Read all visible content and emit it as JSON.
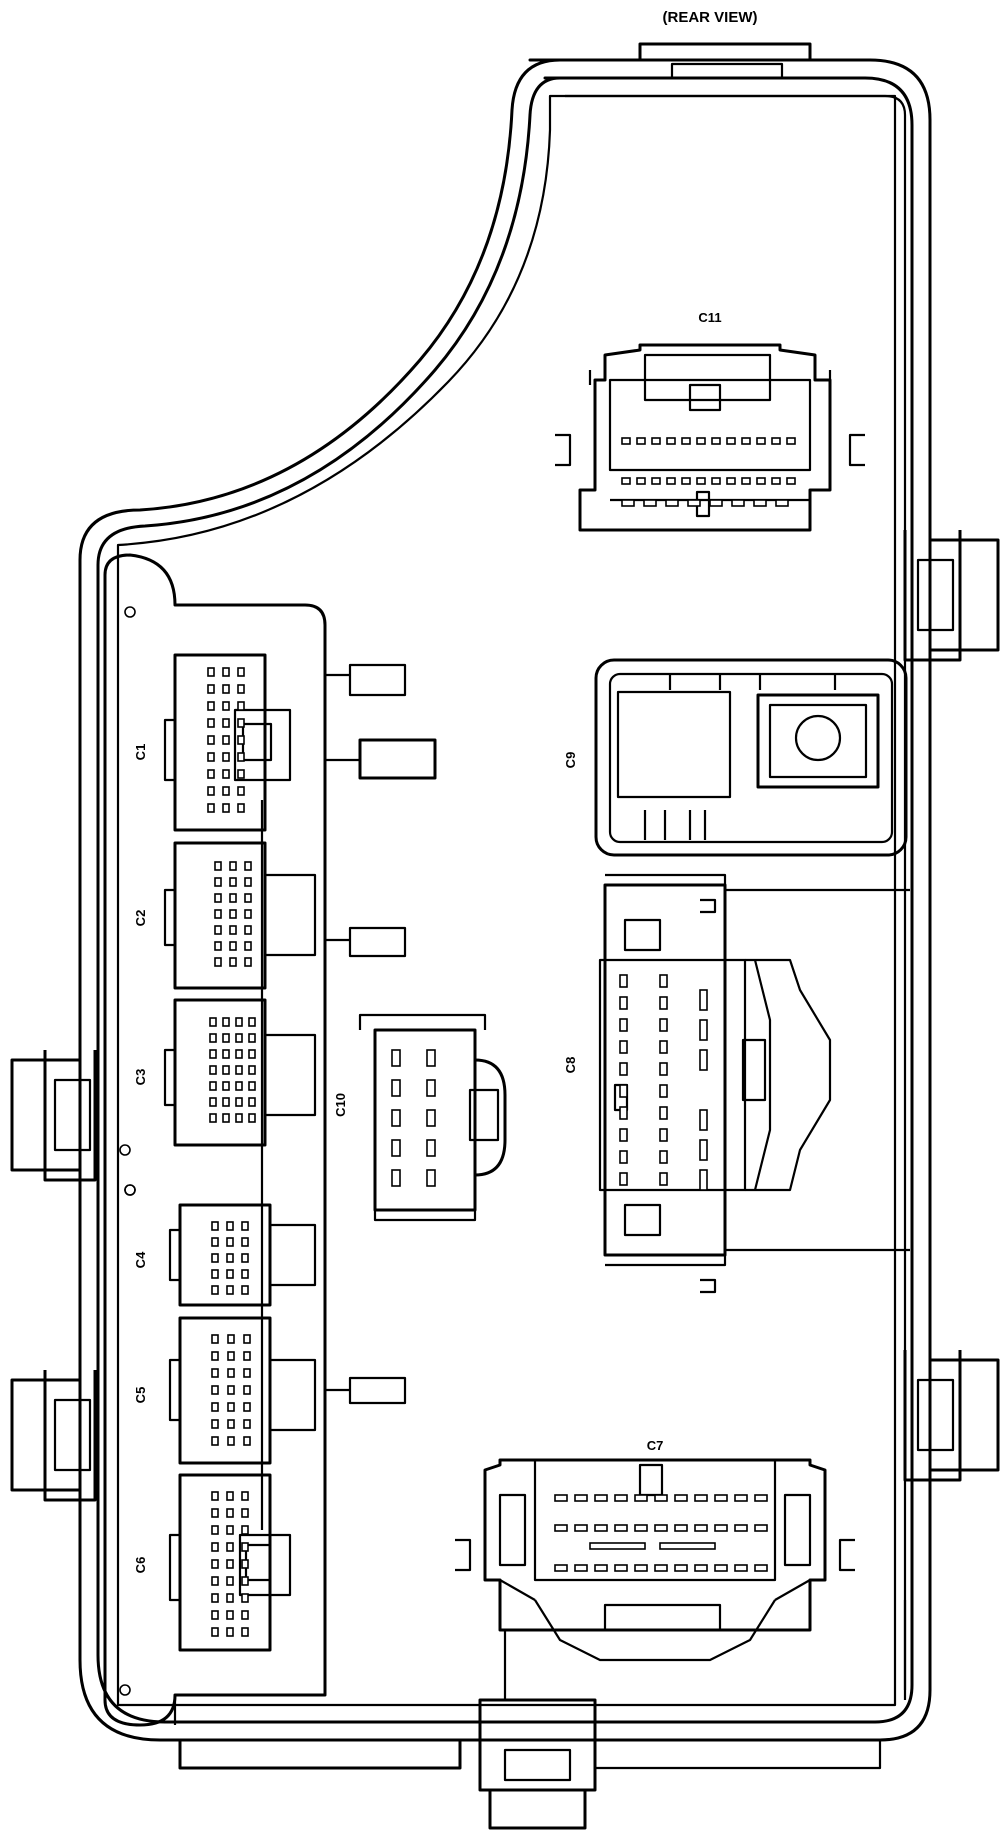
{
  "view_label": "(REAR VIEW)",
  "connectors": {
    "c1": "C1",
    "c2": "C2",
    "c3": "C3",
    "c4": "C4",
    "c5": "C5",
    "c6": "C6",
    "c7": "C7",
    "c8": "C8",
    "c9": "C9",
    "c10": "C10",
    "c11": "C11"
  }
}
